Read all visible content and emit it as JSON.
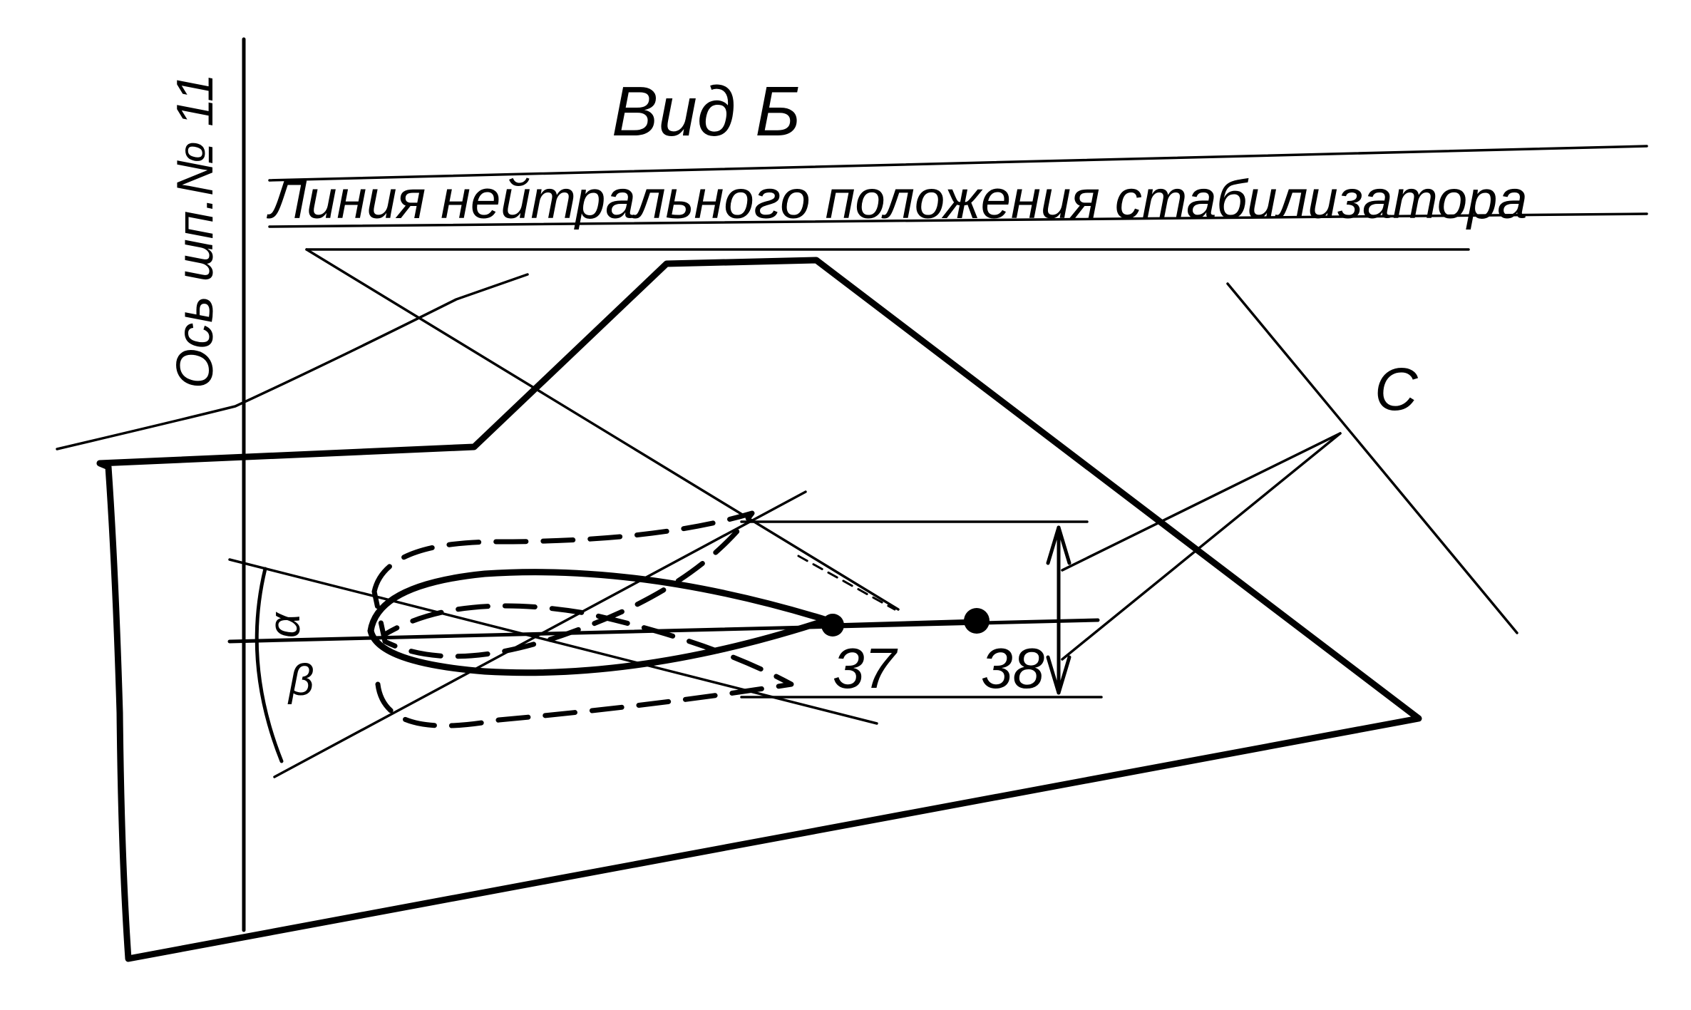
{
  "view_title": "Вид Б",
  "neutral_line_label": "Линия нейтрального положения стабилизатора",
  "axis_label": "Ось шп.№ 11",
  "point_labels": [
    "37",
    "38"
  ],
  "letter_c": "С",
  "angle_alpha": "α",
  "angle_beta": "β"
}
